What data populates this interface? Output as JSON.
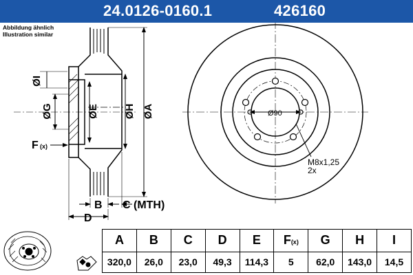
{
  "header": {
    "part_number": "24.0126-0160.1",
    "ref_number": "426160"
  },
  "caption": {
    "line1": "Abbildung ähnlich",
    "line2": "Illustration similar"
  },
  "side_labels": {
    "i": "ØI",
    "g": "ØG",
    "e": "ØE",
    "h": "ØH",
    "a": "ØA",
    "f": "F",
    "f_sub": "(x)",
    "b": "B",
    "c": "C (MTH)",
    "d": "D"
  },
  "front_labels": {
    "pcd": "Ø90",
    "thread": "M8x1,25",
    "thread_count": "2x"
  },
  "table": {
    "headers": [
      "A",
      "B",
      "C",
      "D",
      "E",
      "F",
      "G",
      "H",
      "I"
    ],
    "header_sub_f": "(x)",
    "values": [
      "320,0",
      "26,0",
      "23,0",
      "49,3",
      "114,3",
      "5",
      "62,0",
      "143,0",
      "14,5"
    ]
  },
  "colors": {
    "header_bg": "#1c57a8",
    "header_text": "#ffffff",
    "line": "#000000"
  }
}
